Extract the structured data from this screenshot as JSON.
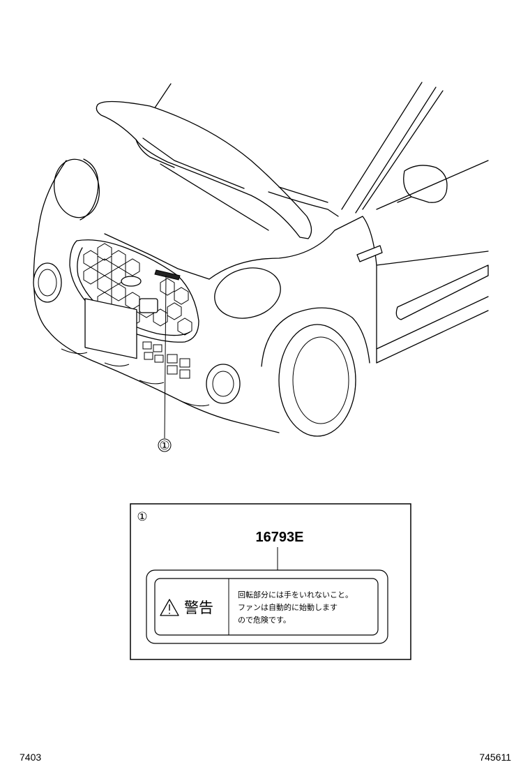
{
  "illustration": {
    "callout_number": "①"
  },
  "detail": {
    "callout_number": "①",
    "part_number": "16793E",
    "label": {
      "warning_icon": "warning-triangle-icon",
      "title": "警告",
      "lines": [
        "回転部分には手をいれないこと。",
        "ファンは自動的に始動します",
        "ので危険です。"
      ]
    }
  },
  "footer": {
    "left_code": "7403",
    "right_code": "745611"
  }
}
